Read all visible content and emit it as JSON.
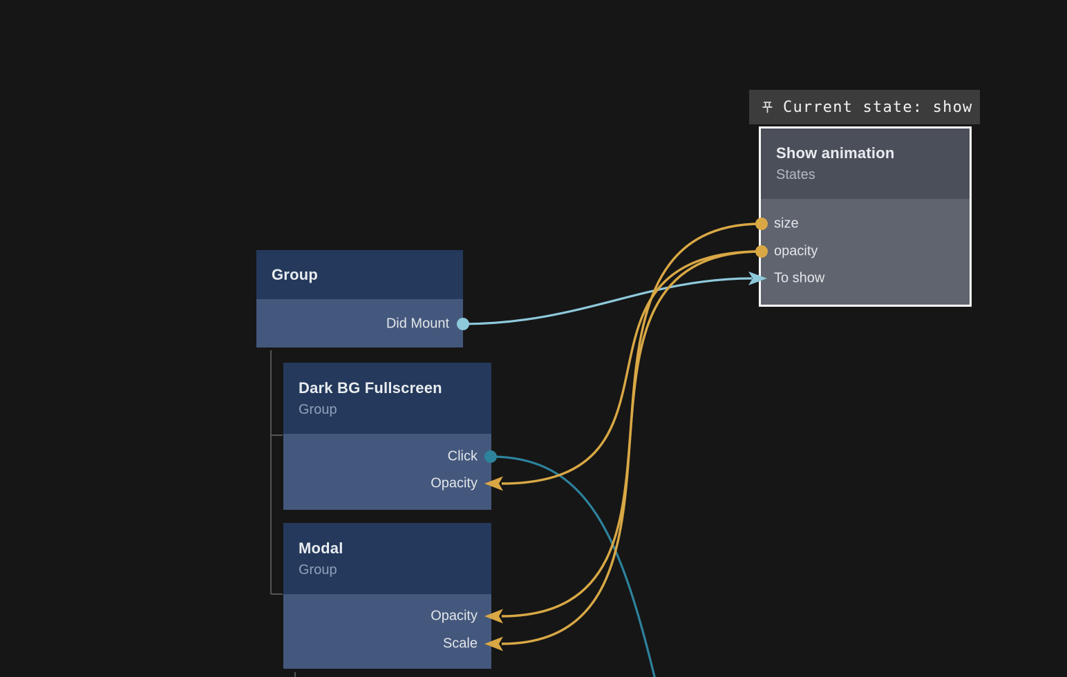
{
  "colors": {
    "background": "#161616",
    "node_header_blue": "#24395b",
    "node_body_blue": "#44587d",
    "state_header_gray": "#4b4f59",
    "state_body_gray": "#5f646e",
    "selected_border": "#ffffff",
    "wire_yellow": "#d9a845",
    "wire_teal_light": "#8ec9db",
    "wire_teal_dark": "#2d829c",
    "tree_line": "#555555",
    "pinned_bar_bg": "#3c3c3c",
    "pin_icon": "#d9dadc"
  },
  "pinned_bar": {
    "pin_icon": "pin-icon",
    "label": "Current state: show"
  },
  "nodes": {
    "group": {
      "title": "Group",
      "ports": [
        {
          "label": "Did Mount",
          "connector": "dot",
          "color": "teal-light",
          "side": "right"
        }
      ]
    },
    "dark_bg_fullscreen": {
      "title": "Dark BG Fullscreen",
      "subtitle": "Group",
      "ports": [
        {
          "label": "Click",
          "connector": "dot",
          "color": "teal-dark",
          "side": "right"
        },
        {
          "label": "Opacity",
          "connector": "arrow-in",
          "color": "yellow",
          "side": "right"
        }
      ]
    },
    "modal": {
      "title": "Modal",
      "subtitle": "Group",
      "ports": [
        {
          "label": "Opacity",
          "connector": "arrow-in",
          "color": "yellow",
          "side": "right"
        },
        {
          "label": "Scale",
          "connector": "arrow-in",
          "color": "yellow",
          "side": "right"
        }
      ]
    },
    "show_animation": {
      "title": "Show animation",
      "subtitle": "States",
      "selected": true,
      "ports": [
        {
          "label": "size",
          "connector": "dot",
          "color": "yellow",
          "side": "left"
        },
        {
          "label": "opacity",
          "connector": "dot",
          "color": "yellow",
          "side": "left"
        },
        {
          "label": "To show",
          "connector": "arrow-in",
          "color": "teal-light",
          "side": "left"
        }
      ]
    }
  },
  "edges": [
    {
      "from": "group/did-mount",
      "to": "show-animation/to-show",
      "color": "teal-light"
    },
    {
      "from": "show-animation/opacity",
      "to": "dark-bg-fullscreen/opacity",
      "color": "yellow"
    },
    {
      "from": "show-animation/opacity",
      "to": "modal/opacity",
      "color": "yellow"
    },
    {
      "from": "show-animation/size",
      "to": "modal/scale",
      "color": "yellow"
    },
    {
      "from": "dark-bg-fullscreen/click",
      "to": "offscreen-bottom",
      "color": "teal-dark"
    }
  ],
  "hierarchy": {
    "parent": "Group",
    "children": [
      "Dark BG Fullscreen",
      "Modal"
    ]
  }
}
